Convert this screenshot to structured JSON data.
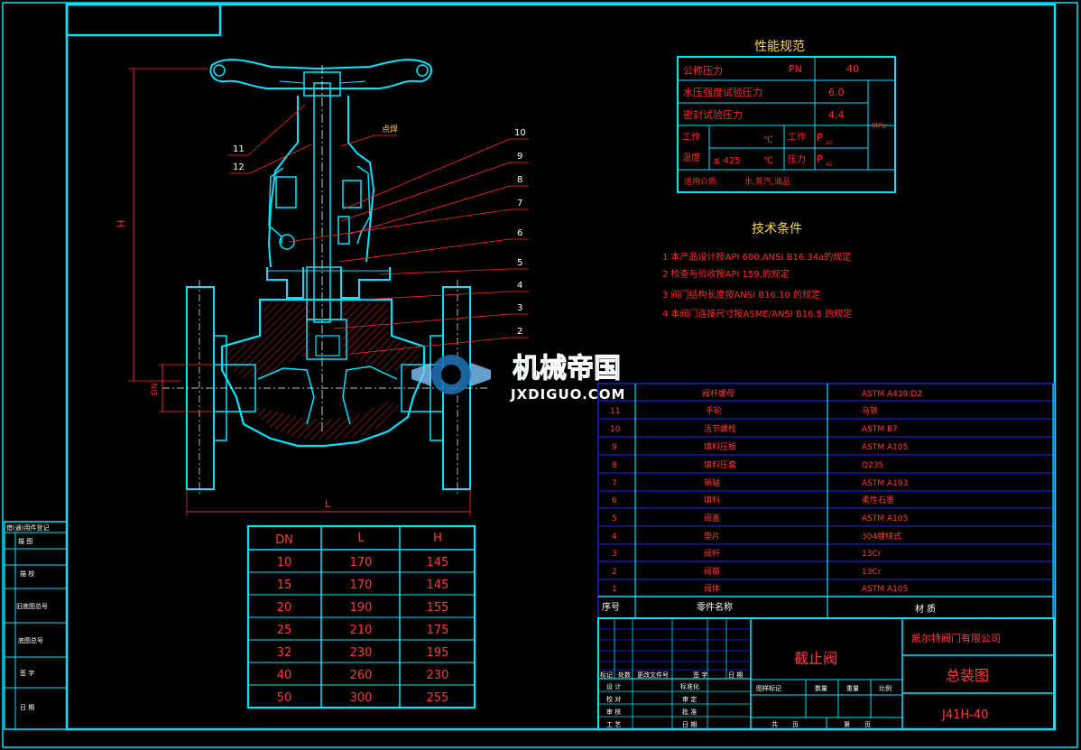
{
  "spec": {
    "title": "性能规范",
    "rows": {
      "nominal": {
        "label": "公称压力",
        "sym": "PN",
        "val": "40"
      },
      "shell": {
        "label": "水压强度试验压力",
        "val": "6.0"
      },
      "seal": {
        "label": "密封试验压力",
        "val": "4.4"
      },
      "unit": "MPa",
      "work1": "工作",
      "temp_label": "温度",
      "temp_val": "≤ 425",
      "deg": "℃",
      "work2": "工作",
      "press_label": "压力",
      "p1": "P",
      "p1sub": "20",
      "p2": "P",
      "p2sub": "42",
      "medium_label": "适用介质:",
      "medium_val": "水,蒸汽,油品"
    }
  },
  "tech": {
    "title": "技术条件",
    "items": [
      "1  本产品设计按API 600,ANSI B16.34a的规定",
      "2  检查与验收按API 159,的规定",
      "3  阀门结构长度按ANSI B16.10 的规定",
      "4  本阀门连接尺寸按ASME/ANSI B16.5 的规定"
    ]
  },
  "watermark": {
    "cn": "机械帝国",
    "en": "JXDIGUO.COM"
  },
  "callouts": [
    "10",
    "9",
    "8",
    "7",
    "6",
    "5",
    "4",
    "3",
    "2",
    "11",
    "12"
  ],
  "callout_note": "点焊",
  "dims": {
    "H": "H",
    "DN": "DN",
    "L": "L"
  },
  "dim_table": {
    "headers": [
      "DN",
      "L",
      "H"
    ],
    "rows": [
      [
        "10",
        "170",
        "145"
      ],
      [
        "15",
        "170",
        "145"
      ],
      [
        "20",
        "190",
        "155"
      ],
      [
        "25",
        "210",
        "175"
      ],
      [
        "32",
        "230",
        "195"
      ],
      [
        "40",
        "260",
        "230"
      ],
      [
        "50",
        "300",
        "255"
      ]
    ]
  },
  "parts": {
    "header_top": {
      "name": "阀杆螺母",
      "material": "ASTM A439:D2"
    },
    "rows": [
      {
        "no": "11",
        "name": "手轮",
        "material": "马铁"
      },
      {
        "no": "10",
        "name": "活节螺栓",
        "material": "ASTM  B7"
      },
      {
        "no": "9",
        "name": "填料压板",
        "material": "ASTM  A105"
      },
      {
        "no": "8",
        "name": "填料压套",
        "material": "Q235"
      },
      {
        "no": "7",
        "name": "销轴",
        "material": "ASTM  A193"
      },
      {
        "no": "6",
        "name": "填料",
        "material": "柔性石墨"
      },
      {
        "no": "5",
        "name": "阀盖",
        "material": "ASTM  A105"
      },
      {
        "no": "4",
        "name": "垫片",
        "material": "304缠绕式"
      },
      {
        "no": "3",
        "name": "阀杆",
        "material": "13Cr"
      },
      {
        "no": "2",
        "name": "阀瓣",
        "material": "13Cr"
      },
      {
        "no": "1",
        "name": "阀体",
        "material": "ASTM  A105"
      }
    ],
    "footer": {
      "no": "序号",
      "name": "零件名称",
      "material": "材  质"
    }
  },
  "title_block": {
    "company": "凯尔特阀门有限公司",
    "product": "截止阀",
    "drawing": "总装图",
    "code": "J41H-40",
    "rev_cols": [
      "标记",
      "处数",
      "更改文件号",
      "签 字",
      "日 期"
    ],
    "roles_left": [
      "设 计",
      "校 对",
      "审 核",
      "工 艺"
    ],
    "roles_right": [
      "标准化",
      "审 定",
      "批 准",
      "日 期"
    ],
    "stage_cols": [
      "图样标记",
      "数量",
      "重量",
      "比例"
    ],
    "sheet": [
      "共",
      "页",
      "第",
      "页"
    ]
  },
  "side_strip": [
    "借(通)用件登记",
    "描 图",
    "描 校",
    "旧底图总号",
    "底图总号",
    "签 字",
    "日 期"
  ]
}
